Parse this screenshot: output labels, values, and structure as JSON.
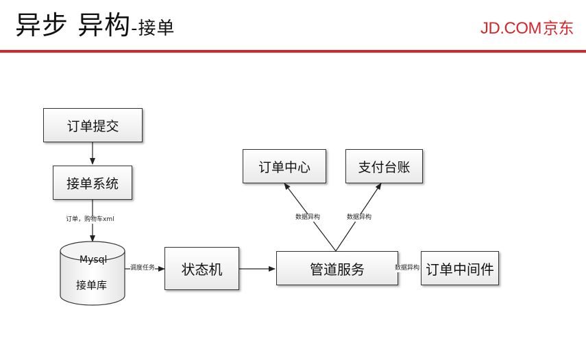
{
  "header": {
    "title_main": "异步 异构",
    "title_sub": "-接单",
    "logo_text": "JD.COM",
    "logo_cn": "京东",
    "accent_color": "#d7262b"
  },
  "nodes": {
    "order_submit": "订单提交",
    "order_receive_system": "接单系统",
    "db_name": "Mysql",
    "db_label": "接单库",
    "state_machine": "状态机",
    "pipeline_service": "管道服务",
    "order_center": "订单中心",
    "payment_ledger": "支付台账",
    "order_middleware": "订单中间件"
  },
  "edges": {
    "system_to_db": "订单，购物车xml",
    "db_to_state": "调度任务",
    "pipeline_to_order_center": "数据异构",
    "pipeline_to_payment": "数据异构",
    "pipeline_to_middleware": "数据异构"
  }
}
